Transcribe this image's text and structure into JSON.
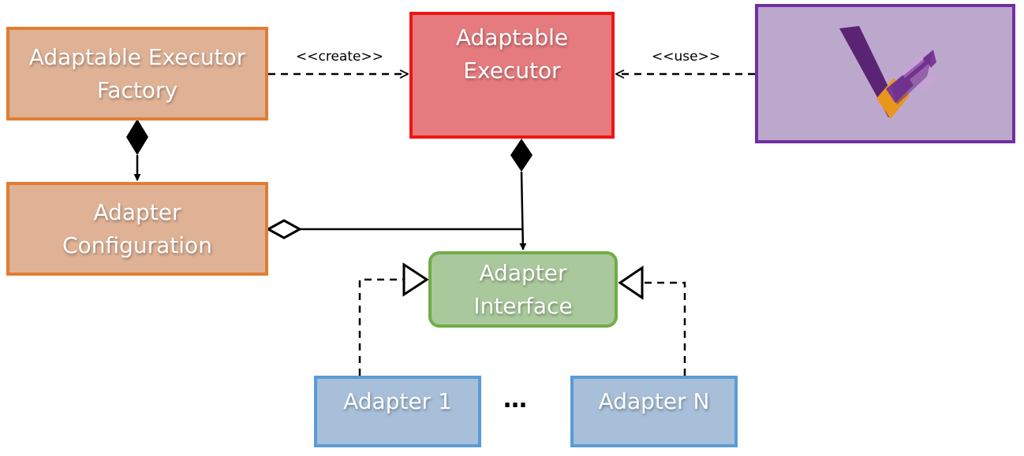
{
  "boxes": {
    "factory": {
      "label": "Adaptable Executor\nFactory"
    },
    "configuration": {
      "label": "Adapter\nConfiguration"
    },
    "executor": {
      "label": "Adaptable\nExecutor"
    },
    "interface": {
      "label": "Adapter\nInterface"
    },
    "adapter1": {
      "label": "Adapter 1"
    },
    "adapterN": {
      "label": "Adapter N"
    }
  },
  "relations": {
    "create": "<<create>>",
    "use": "<<use>>"
  },
  "ellipsis": "…",
  "colors": {
    "factory_fill": "#dfb295",
    "factory_border": "#e07d34",
    "executor_fill": "#e57b7e",
    "executor_border": "#f01414",
    "interface_fill": "#a9c89b",
    "interface_border": "#70ad47",
    "adapter_fill": "#a7bfd9",
    "adapter_border": "#5b9bd5",
    "logo_fill": "#bda8cd",
    "logo_border": "#7030a0"
  },
  "icons": {
    "logo": "v-logo-icon"
  }
}
